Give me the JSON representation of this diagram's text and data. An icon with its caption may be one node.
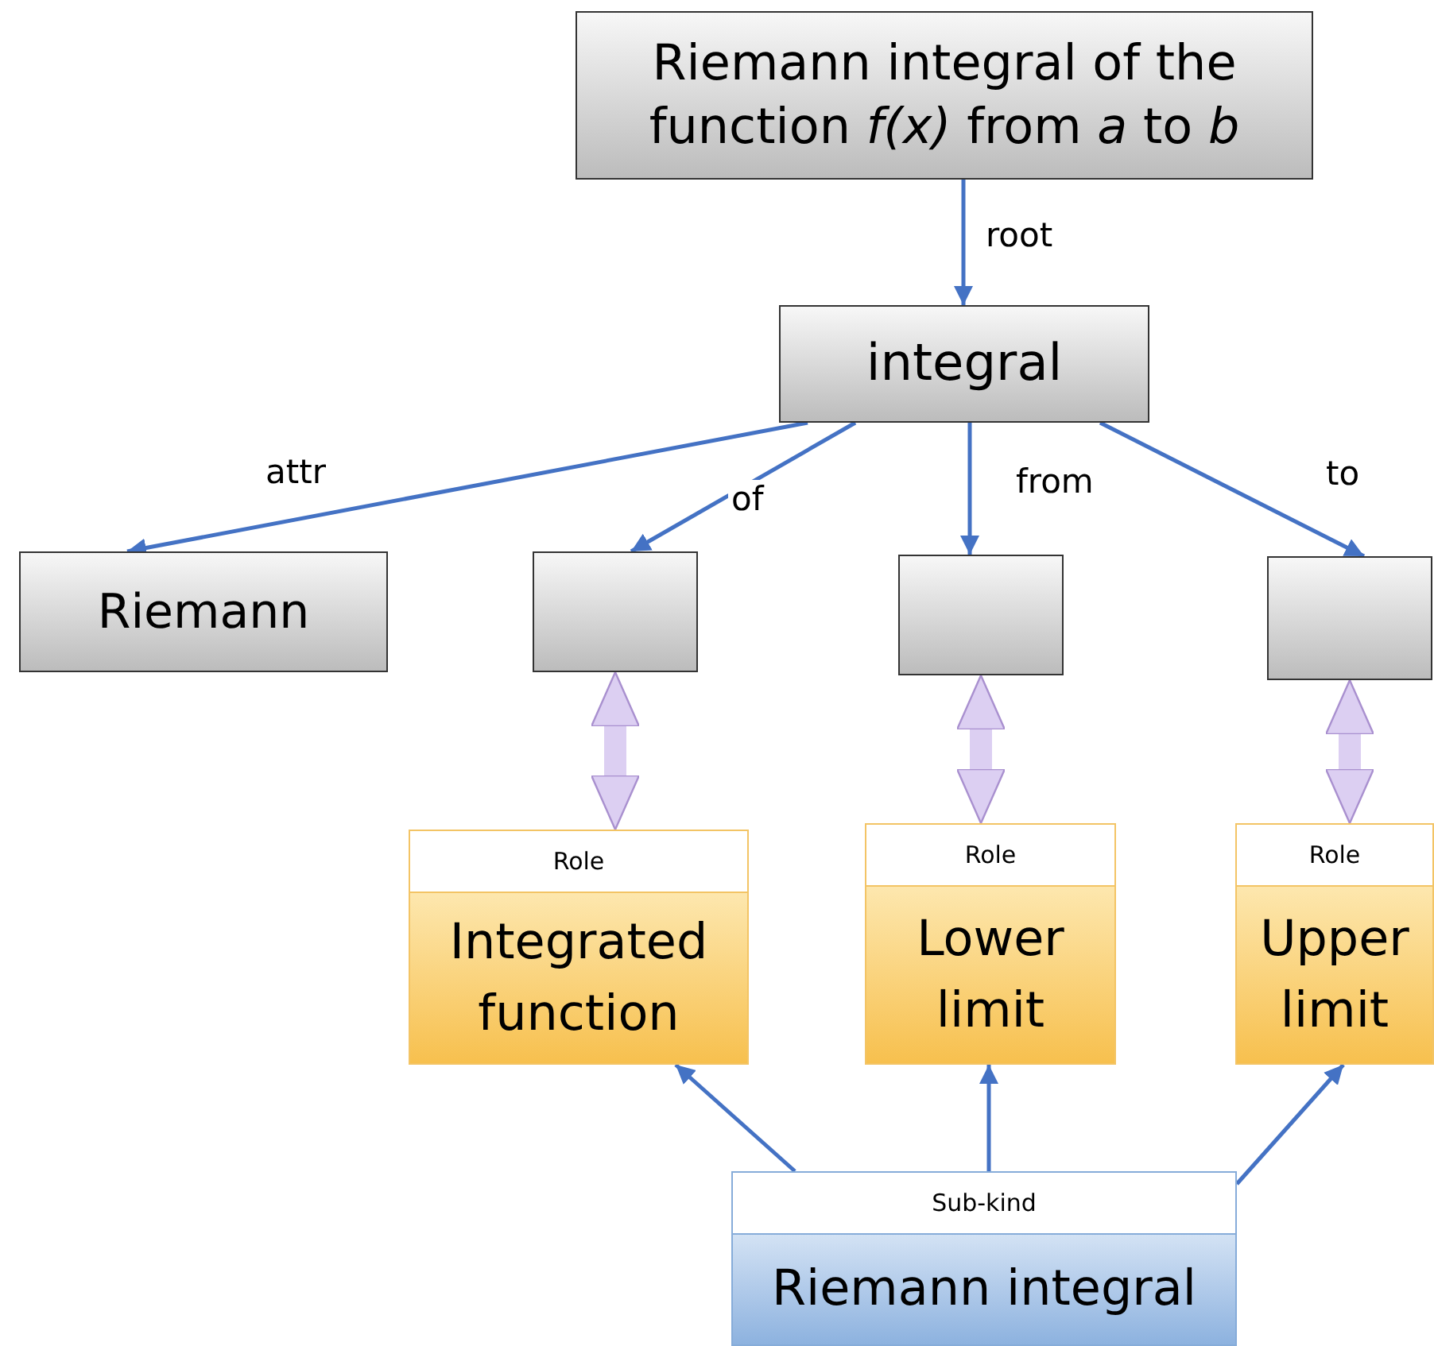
{
  "diagram": {
    "nodes": [
      {
        "text": [
          "Riemann integral of the function *f(x)* from *a* to *b*"
        ]
      },
      {
        "text": [
          "integral"
        ]
      },
      {
        "text": [
          "Riemann"
        ]
      },
      {
        "text": [],
        "shape": "box"
      },
      {
        "text": [],
        "shape": "box"
      },
      {
        "text": [],
        "shape": "box"
      },
      {
        "text": [
          "Role",
          "Integrated function"
        ]
      },
      {
        "text": [
          "Role",
          "Lower limit"
        ]
      },
      {
        "text": [
          "Role",
          "Upper limit"
        ]
      },
      {
        "text": [
          "Sub-kind",
          "Riemann integral"
        ]
      }
    ],
    "edges": [
      {
        "from": 0,
        "to": 1,
        "arrow": "to",
        "label": "root"
      },
      {
        "from": 1,
        "to": 2,
        "arrow": "to",
        "label": "attr"
      },
      {
        "from": 1,
        "to": 3,
        "arrow": "to",
        "label": "of"
      },
      {
        "from": 1,
        "to": 4,
        "arrow": "to",
        "label": "from"
      },
      {
        "from": 1,
        "to": 5,
        "arrow": "to",
        "label": "to"
      },
      {
        "from": 3,
        "to": 6,
        "arrow": "both",
        "style": "thick",
        "color": "#dccff2"
      },
      {
        "from": 4,
        "to": 7,
        "arrow": "both",
        "style": "thick",
        "color": "#dccff2"
      },
      {
        "from": 5,
        "to": 8,
        "arrow": "both",
        "style": "thick",
        "color": "#dccff2"
      },
      {
        "from": 9,
        "to": 6,
        "arrow": "to"
      },
      {
        "from": 9,
        "to": 7,
        "arrow": "to"
      },
      {
        "from": 9,
        "to": 8,
        "arrow": "to"
      }
    ]
  }
}
